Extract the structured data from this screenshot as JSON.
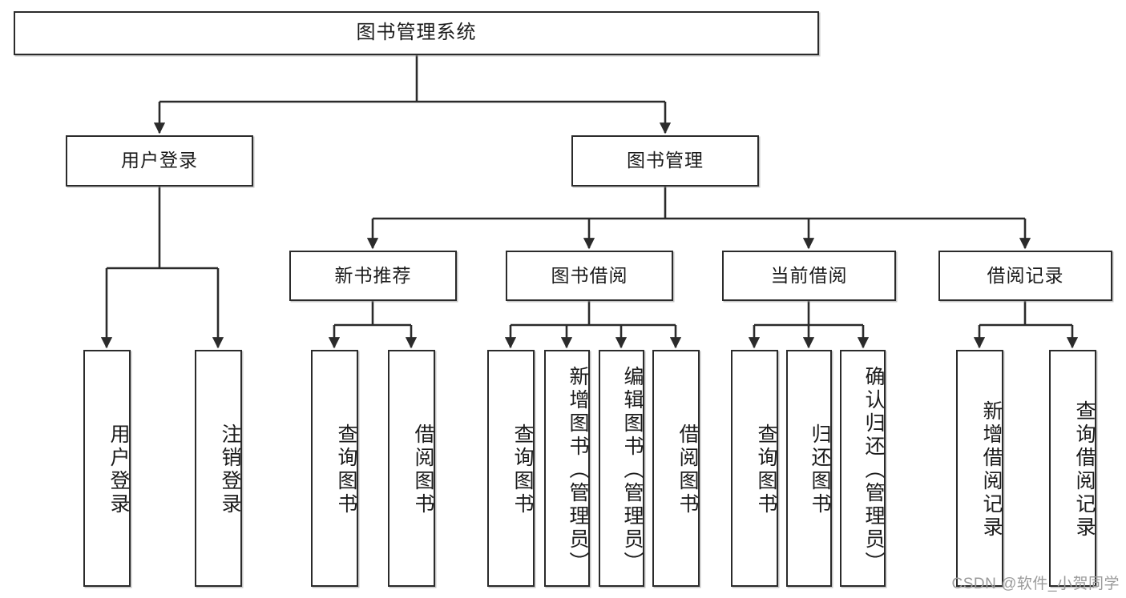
{
  "diagram": {
    "title": "图书管理系统",
    "type": "hierarchy-tree",
    "watermark": "CSDN @软件_小贺同学",
    "colors": {
      "background": "#ffffff",
      "box_border": "#2b2b2b",
      "box_fill": "#ffffff",
      "text": "#1b1b1b",
      "edge": "#2b2b2b",
      "watermark": "#9a9a9a"
    },
    "levels": {
      "root": {
        "label": "图书管理系统"
      },
      "level2": [
        {
          "id": "user-login",
          "label": "用户登录"
        },
        {
          "id": "book-manage",
          "label": "图书管理"
        }
      ],
      "level3": [
        {
          "id": "new-book-rec",
          "label": "新书推荐",
          "parent": "book-manage"
        },
        {
          "id": "book-borrow",
          "label": "图书借阅",
          "parent": "book-manage"
        },
        {
          "id": "current-borrow",
          "label": "当前借阅",
          "parent": "book-manage"
        },
        {
          "id": "borrow-record",
          "label": "借阅记录",
          "parent": "book-manage"
        }
      ],
      "leaves": [
        {
          "id": "leaf-user-login",
          "label": "用户登录",
          "parent": "user-login"
        },
        {
          "id": "leaf-user-logout",
          "label": "注销登录",
          "parent": "user-login"
        },
        {
          "id": "leaf-query-book-1",
          "label": "查询图书",
          "parent": "new-book-rec"
        },
        {
          "id": "leaf-borrow-book-1",
          "label": "借阅图书",
          "parent": "new-book-rec"
        },
        {
          "id": "leaf-query-book-2",
          "label": "查询图书",
          "parent": "book-borrow"
        },
        {
          "id": "leaf-add-book",
          "label": "新增图书（管理员）",
          "parent": "book-borrow"
        },
        {
          "id": "leaf-edit-book",
          "label": "编辑图书（管理员）",
          "parent": "book-borrow"
        },
        {
          "id": "leaf-borrow-book-2",
          "label": "借阅图书",
          "parent": "book-borrow"
        },
        {
          "id": "leaf-query-book-3",
          "label": "查询图书",
          "parent": "current-borrow"
        },
        {
          "id": "leaf-return-book",
          "label": "归还图书",
          "parent": "current-borrow"
        },
        {
          "id": "leaf-confirm-return",
          "label": "确认归还（管理员）",
          "parent": "current-borrow"
        },
        {
          "id": "leaf-add-record",
          "label": "新增借阅记录",
          "parent": "borrow-record"
        },
        {
          "id": "leaf-query-record",
          "label": "查询借阅记录",
          "parent": "borrow-record"
        }
      ]
    }
  }
}
